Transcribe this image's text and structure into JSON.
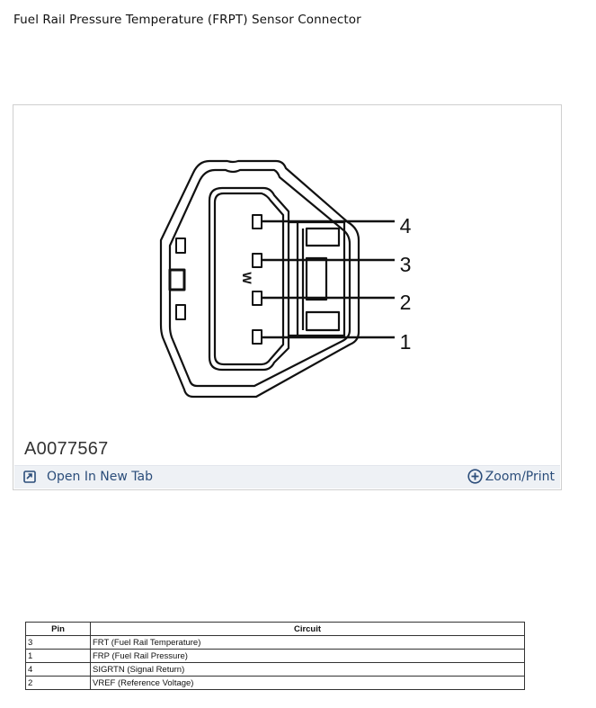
{
  "page": {
    "title": "Fuel Rail Pressure Temperature (FRPT) Sensor Connector"
  },
  "figure": {
    "id_label": "A0077567",
    "keyway_label": "W",
    "pin_labels": [
      "4",
      "3",
      "2",
      "1"
    ],
    "open_tab_label": "Open In New Tab",
    "zoom_label": "Zoom/Print",
    "open_tab_icon": "open-new-tab-icon",
    "zoom_icon": "circle-plus-icon",
    "toolbar_color": "#eef1f5",
    "link_color": "#2b4d7a"
  },
  "pin_table": {
    "headers": [
      "Pin",
      "Circuit"
    ],
    "rows": [
      {
        "pin": "3",
        "circuit": "FRT (Fuel Rail Temperature)"
      },
      {
        "pin": "1",
        "circuit": "FRP (Fuel Rail Pressure)"
      },
      {
        "pin": "4",
        "circuit": "SIGRTN (Signal Return)"
      },
      {
        "pin": "2",
        "circuit": "VREF (Reference Voltage)"
      }
    ]
  }
}
